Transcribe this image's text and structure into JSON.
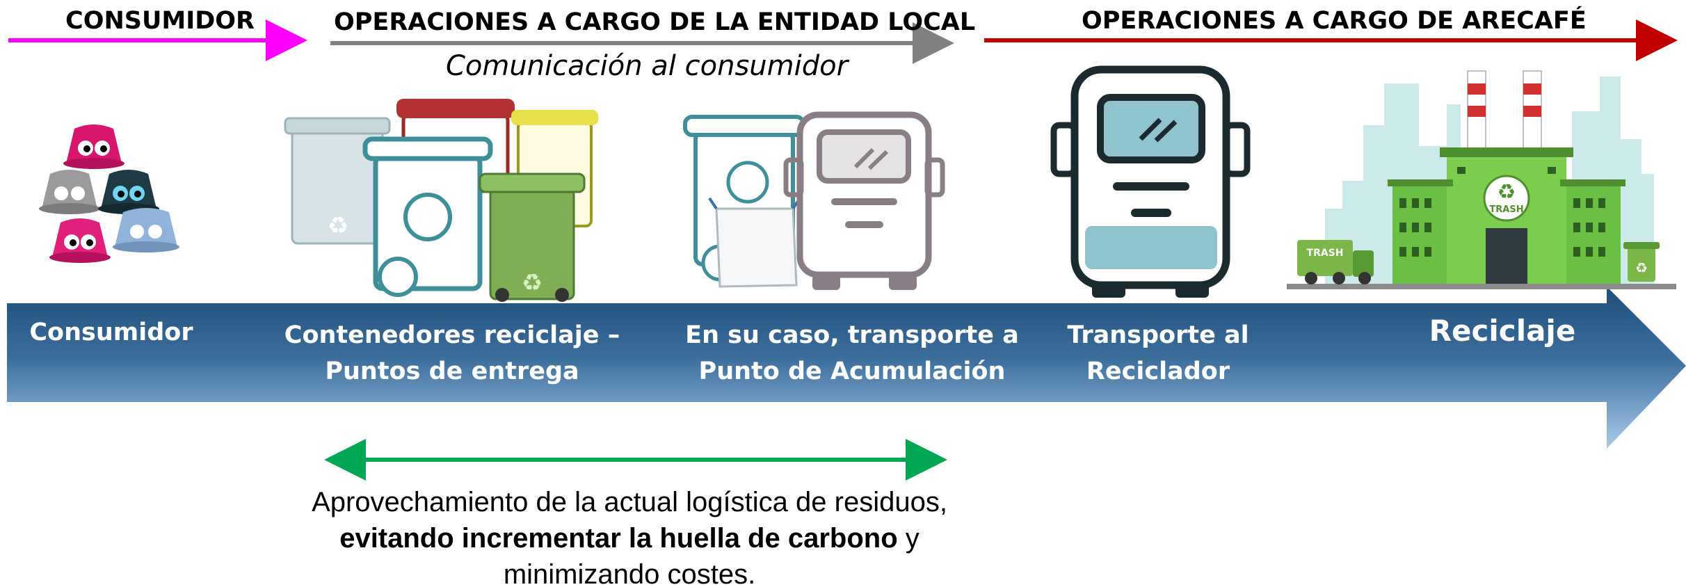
{
  "headers": {
    "consumer": "CONSUMIDOR",
    "local_entity": "OPERACIONES A CARGO DE LA ENTIDAD LOCAL",
    "arecafe": "OPERACIONES A CARGO DE ARECAFÉ"
  },
  "subtitle": "Comunicación al consumidor",
  "stages": [
    {
      "line1": "Consumidor",
      "line2": ""
    },
    {
      "line1": "Contenedores reciclaje –",
      "line2": "Puntos de entrega"
    },
    {
      "line1": "En su caso, transporte a",
      "line2": "Punto de Acumulación"
    },
    {
      "line1": "Transporte al",
      "line2": "Reciclador"
    },
    {
      "line1": "Reciclaje",
      "line2": ""
    }
  ],
  "note": {
    "part1": "Aprovechamiento de la actual logística de residuos, ",
    "bold": "evitando incrementar la huella de carbono",
    "part2": " y minimizando costes."
  },
  "truck_sign": "TRASH",
  "factory_sign": "TRASH",
  "recycle_glyph": "♻",
  "colors": {
    "consumer_arrow": "#ff00ff",
    "local_arrow": "#808080",
    "arecafe_arrow": "#c00000",
    "green_arrow": "#00a651",
    "band_dark": "#1f4e79",
    "band_light": "#9dc3e6"
  },
  "icons": [
    "coffee-capsules-icon",
    "recycling-bins-icon",
    "bin-and-truck-icon",
    "truck-icon",
    "recycling-factory-icon"
  ]
}
